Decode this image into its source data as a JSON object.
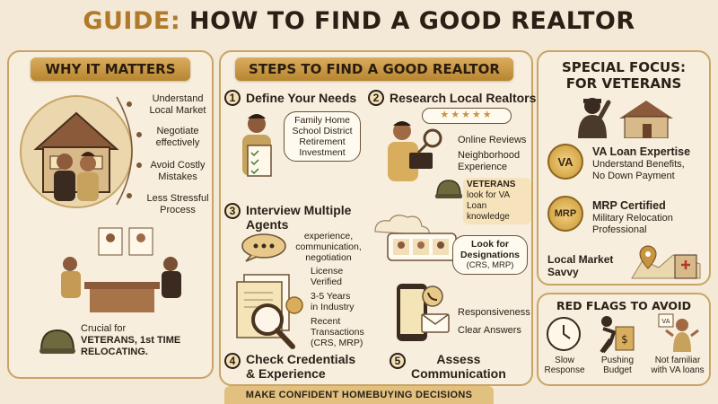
{
  "title": {
    "prefix": "GUIDE:",
    "main": "HOW TO FIND A GOOD REALTOR"
  },
  "why": {
    "heading": "WHY IT MATTERS",
    "points": [
      "Understand\nLocal Market",
      "Negotiate\neffectively",
      "Avoid Costly\nMistakes",
      "Less Stressful\nProcess"
    ],
    "crucial_prefix": "Crucial for",
    "crucial_strong": "VETERANS, 1st TIME\nRELOCATING."
  },
  "steps": {
    "heading": "STEPS TO FIND A GOOD REALTOR",
    "s1": {
      "num": "1",
      "title": "Define Your Needs",
      "bubble": "Family Home\nSchool District\nRetirement\nInvestment"
    },
    "s2": {
      "num": "2",
      "title": "Research Local Realtors",
      "items": [
        "Online Reviews",
        "Neighborhood\nExperience"
      ],
      "vet_strong": "VETERANS",
      "vet_rest": "look for VA\nLoan knowledge"
    },
    "s3": {
      "num": "3",
      "title": "Interview Multiple\nAgents",
      "bubble": "experience,\ncommunication,\nnegotiation",
      "designations_title": "Look for\nDesignations",
      "designations_sub": "(CRS, MRP)"
    },
    "s4": {
      "num": "4",
      "title": "Check Credentials\n& Experience",
      "items": [
        "License\nVerified",
        "3-5 Years\nin Industry",
        "Recent\nTransactions\n(CRS, MRP)"
      ]
    },
    "s5": {
      "num": "5",
      "title": "Assess\nCommunication",
      "items": [
        "Responsiveness",
        "Clear Answers"
      ]
    }
  },
  "veterans": {
    "heading": "SPECIAL FOCUS:\nFOR VETERANS",
    "va_badge": "VA",
    "va_title": "VA Loan Expertise",
    "va_sub": "Understand Benefits,\nNo Down Payment",
    "mrp_badge": "MRP",
    "mrp_title": "MRP Certified",
    "mrp_sub": "Military Relocation\nProfessional",
    "local": "Local Market\nSavvy"
  },
  "redflags": {
    "heading": "RED FLAGS TO AVOID",
    "items": [
      "Slow\nResponse",
      "Pushing\nBudget",
      "Not familiar\nwith VA loans"
    ]
  },
  "footer": "MAKE CONFIDENT HOMEBUYING DECISIONS",
  "colors": {
    "background": "#f3e9d6",
    "gold": "#c9a467",
    "ribbon": "#c8953f",
    "dark": "#2b2118",
    "accent": "#b07a2a"
  }
}
